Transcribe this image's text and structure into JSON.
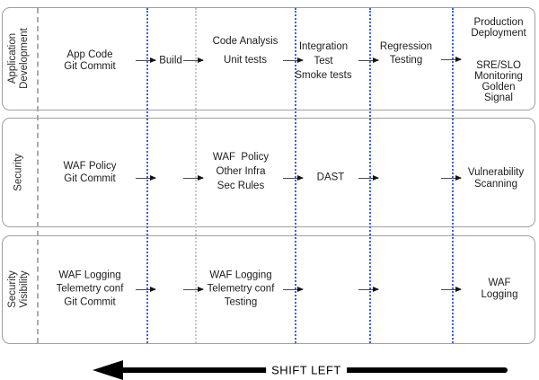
{
  "diagram": {
    "lanes": [
      {
        "label": "Application\nDevelopment",
        "stages": [
          {
            "text": "App Code\nGit Commit"
          },
          {
            "text": "Build"
          },
          {
            "text": "Code Analysis\nUnit tests"
          },
          {
            "text": "Integration\nTest\nSmoke tests"
          },
          {
            "text": "Regression\nTesting"
          },
          {
            "text": "Production\nDeployment\n\n\nSRE/SLO\nMonitoring\nGolden Signal"
          }
        ]
      },
      {
        "label": "Security",
        "stages": [
          {
            "text": "WAF Policy\nGit Commit"
          },
          {
            "text": "WAF  Policy\nOther Infra\nSec Rules"
          },
          {
            "text": "DAST"
          },
          {
            "text": "Vulnerability\nScanning"
          }
        ]
      },
      {
        "label": "Security\nVisibility",
        "stages": [
          {
            "text": "WAF Logging\nTelemetry conf\nGit Commit"
          },
          {
            "text": "WAF Logging\nTelemetry conf\nTesting"
          },
          {
            "text": "WAF Logging"
          }
        ]
      }
    ],
    "footer": {
      "shift_left_label": "SHIFT LEFT"
    },
    "colors": {
      "stage_divider_blue": "#3F62D7",
      "stage_divider_gray": "#C6C6C6",
      "label_divider_gray": "#ABABAB",
      "lane_border": "#9F9F9F",
      "text": "#1C1C1C",
      "flow_arrow": "#141414",
      "shift_arrow": "#000000"
    }
  }
}
